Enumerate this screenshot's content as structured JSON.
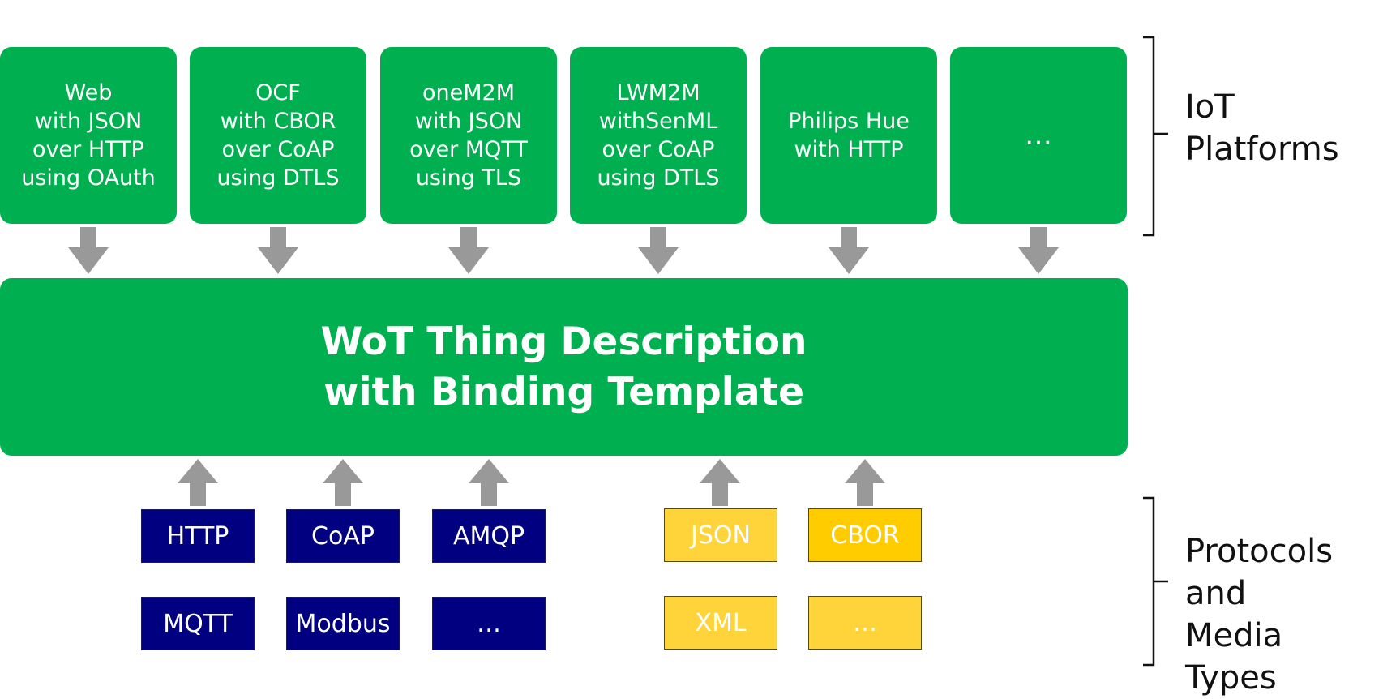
{
  "iot_platforms": [
    {
      "text": "Web\nwith JSON\nover HTTP\nusing OAuth"
    },
    {
      "text": "OCF\nwith CBOR\nover CoAP\nusing DTLS"
    },
    {
      "text": "oneM2M\nwith JSON\nover MQTT\nusing TLS"
    },
    {
      "text": "LWM2M\nwithSenML\nover CoAP\nusing DTLS"
    },
    {
      "text": "Philips Hue\nwith HTTP"
    },
    {
      "text": "…"
    }
  ],
  "core": {
    "title": "WoT Thing Description\nwith Binding Template"
  },
  "protocols": [
    "HTTP",
    "CoAP",
    "AMQP",
    "MQTT",
    "Modbus",
    "…"
  ],
  "media_types": [
    "JSON",
    "CBOR",
    "XML",
    "…"
  ],
  "labels": {
    "iot_platforms": "IoT\nPlatforms",
    "protocols_media": "Protocols\nand\nMedia Types"
  },
  "colors": {
    "green": "#00b050",
    "navy": "#000080",
    "yellow": "#ffd43b",
    "arrow_gray": "#999999"
  }
}
